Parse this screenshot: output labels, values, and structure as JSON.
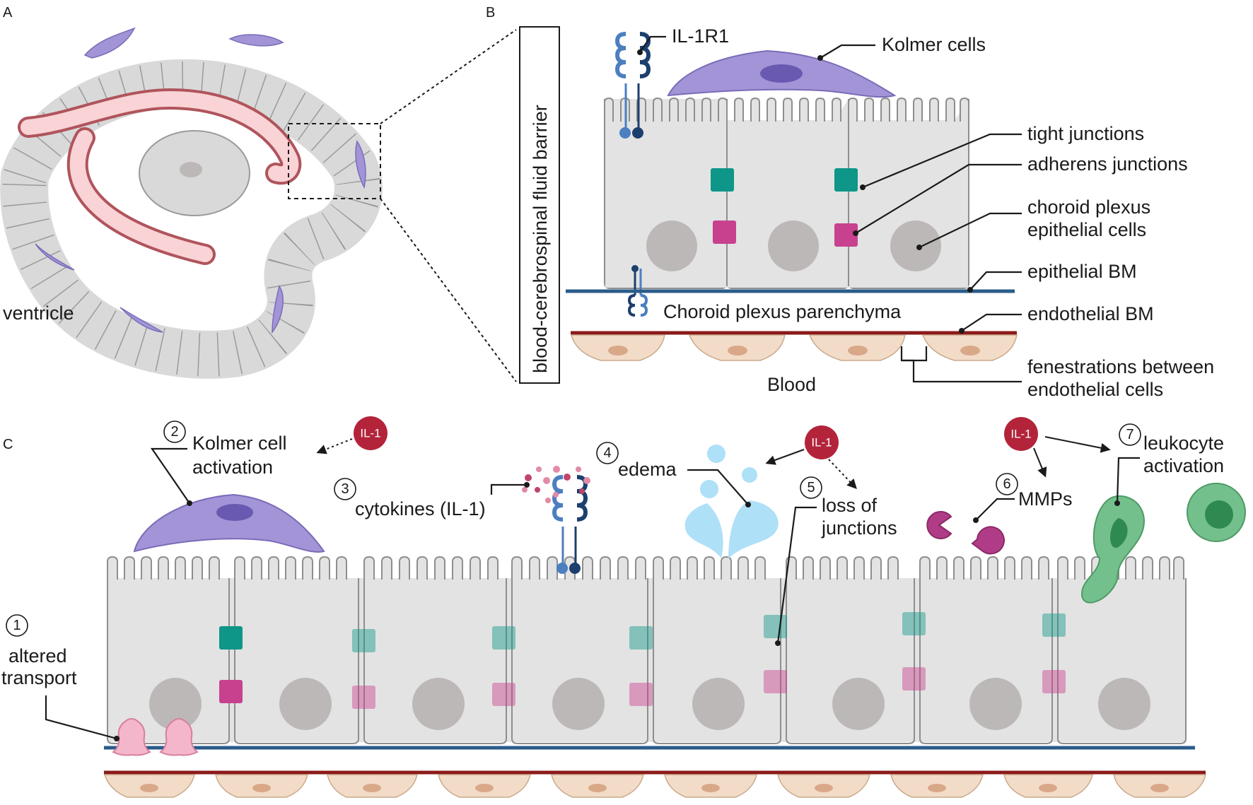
{
  "panels": {
    "a": "A",
    "b": "B",
    "c": "C"
  },
  "panel_a": {
    "ventricle_label": "ventricle"
  },
  "panel_b": {
    "barrier_title": "blood-cerebrospinal fluid barrier",
    "receptor_label": "IL-1R1",
    "kolmer_label": "Kolmer cells",
    "tight_label": "tight junctions",
    "adherens_label": "adherens junctions",
    "epi_cells_line1": "choroid plexus",
    "epi_cells_line2": "epithelial cells",
    "epi_bm_label": "epithelial BM",
    "parenchyma_label": "Choroid plexus parenchyma",
    "endo_bm_label": "endothelial BM",
    "blood_label": "Blood",
    "fenestration_line1": "fenestrations between",
    "fenestration_line2": "endothelial cells"
  },
  "panel_c": {
    "il1_text": "IL-1",
    "steps": [
      {
        "num": "1",
        "line1": "altered",
        "line2": "transport"
      },
      {
        "num": "2",
        "line1": "Kolmer cell",
        "line2": "activation"
      },
      {
        "num": "3",
        "line1": "cytokines (IL-1)",
        "line2": ""
      },
      {
        "num": "4",
        "line1": "edema",
        "line2": ""
      },
      {
        "num": "5",
        "line1": "loss of",
        "line2": "junctions"
      },
      {
        "num": "6",
        "line1": "MMPs",
        "line2": ""
      },
      {
        "num": "7",
        "line1": "leukocyte",
        "line2": "activation"
      }
    ]
  },
  "colors": {
    "epithelium": "#e3e3e3",
    "tight_junction": "#0e9688",
    "adherens_junction": "#c8418f",
    "kolmer_cell": "#a294d6",
    "epithelial_bm": "#2a5c8a",
    "endothelial_bm": "#8b1a1a",
    "endothelial_cell": "#f2dcc8",
    "il1": "#b3243b",
    "leukocyte": "#74c08d",
    "edema": "#aee0f8",
    "vessel": "#f9d3d6"
  }
}
